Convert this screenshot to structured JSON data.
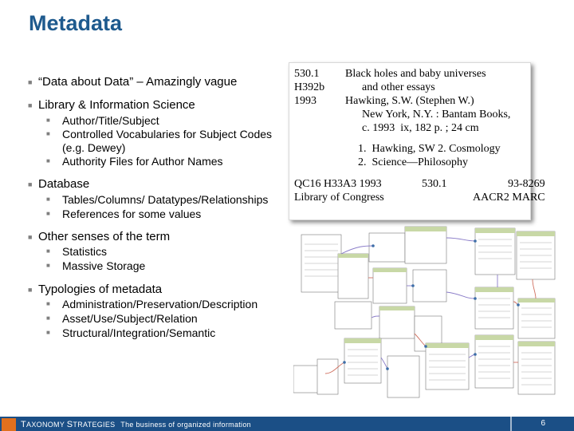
{
  "title": "Metadata",
  "bullets": [
    {
      "text": "“Data about Data” – Amazingly vague",
      "sub": []
    },
    {
      "text": "Library & Information Science",
      "sub": [
        "Author/Title/Subject",
        "Controlled Vocabularies for Subject Codes",
        "(e.g. Dewey)",
        "Authority Files for Author Names"
      ]
    },
    {
      "text": "Database",
      "sub": [
        "Tables/Columns/ Datatypes/Relationships",
        "References for some values"
      ]
    },
    {
      "text": "Other senses of the term",
      "sub": [
        "Statistics",
        "Massive Storage"
      ]
    },
    {
      "text": "Typologies of metadata",
      "sub": [
        "Administration/Preservation/Description",
        "Asset/Use/Subject/Relation",
        "Structural/Integration/Semantic"
      ]
    }
  ],
  "card": {
    "call_number": "530.1\nH392b\n1993",
    "description": "Black holes and baby universes\n      and other essays\nHawking, S.W. (Stephen W.)\n      New York, N.Y. : Bantam Books,\n      c. 1993  ix, 182 p. ; 24 cm",
    "subjects": "1.  Hawking, SW 2. Cosmology\n2.  Science—Philosophy",
    "lc_line": "QC16 H33A3 1993\nLibrary of Congress",
    "dewey": "530.1",
    "lccn": "93-8269\nAACR2 MARC"
  },
  "footer": {
    "brand_first": "T",
    "brand_rest": "AXONOMY ",
    "brand_second": "S",
    "brand_rest2": "TRATEGIES",
    "tagline": "The business of organized information",
    "page": "6"
  },
  "colors": {
    "title": "#1e5a8e",
    "footer": "#1b4f86",
    "accent": "#e0701e"
  }
}
